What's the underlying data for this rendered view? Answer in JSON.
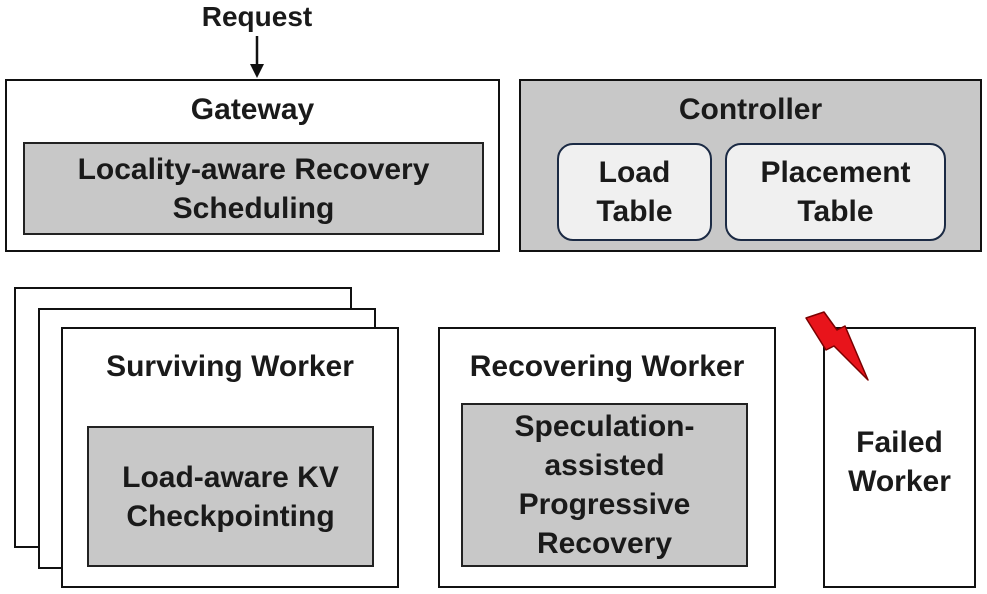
{
  "request": {
    "label": "Request"
  },
  "gateway": {
    "title": "Gateway",
    "component": "Locality-aware Recovery\nScheduling"
  },
  "controller": {
    "title": "Controller",
    "load_table": "Load\nTable",
    "placement_table": "Placement\nTable"
  },
  "surviving_worker": {
    "title": "Surviving Worker",
    "component": "Load-aware KV\nCheckpointing"
  },
  "recovering_worker": {
    "title": "Recovering Worker",
    "component": "Speculation-\nassisted\nProgressive\nRecovery"
  },
  "failed_worker": {
    "title": "Failed\nWorker",
    "failure_icon": "lightning-bolt-icon"
  },
  "colors": {
    "component_fill": "#c8c8c8",
    "table_fill": "#f0f0f0",
    "table_border": "#1b2a44",
    "failure_red": "#e8141b"
  }
}
